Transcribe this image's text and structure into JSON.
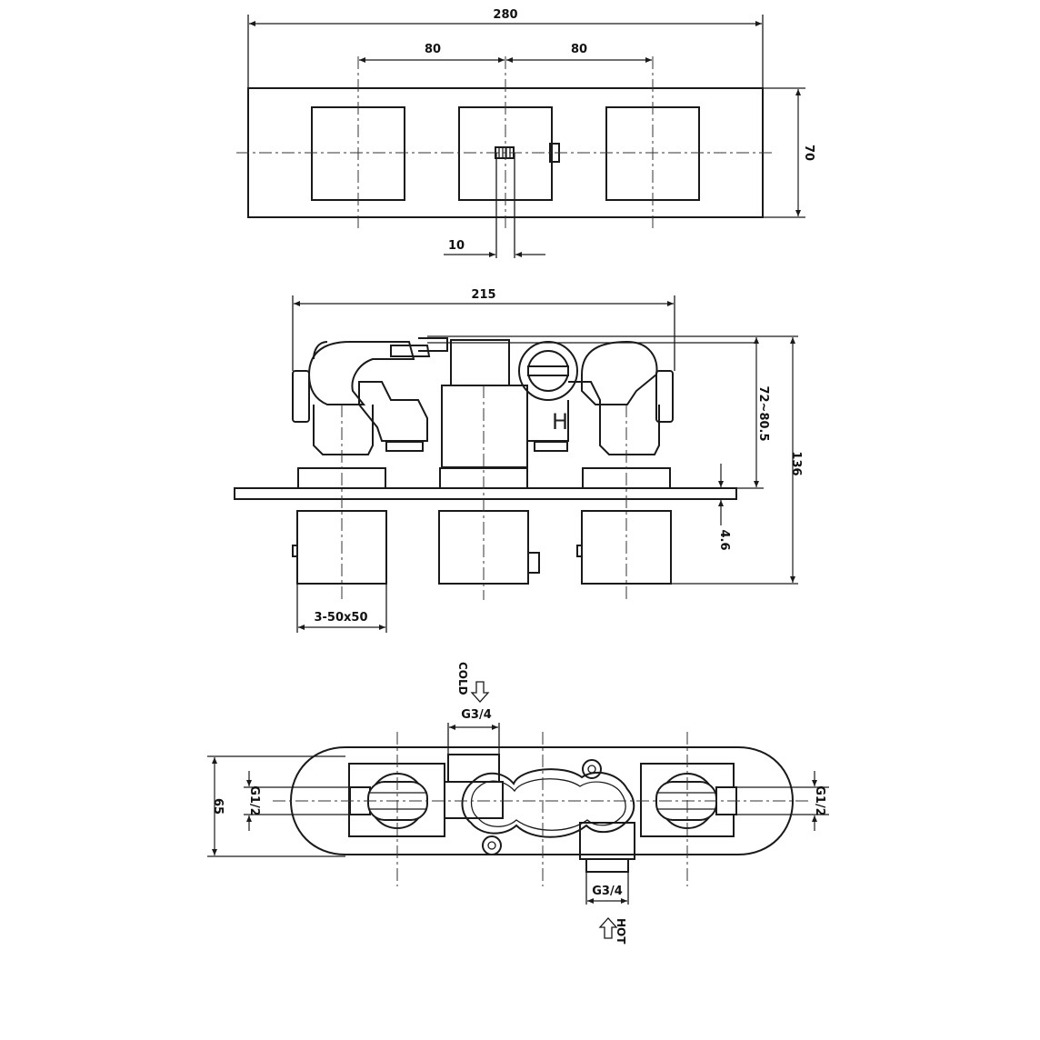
{
  "dimensions": {
    "top_overall_width": "280",
    "top_spacing_left": "80",
    "top_spacing_right": "80",
    "top_height": "70",
    "top_offset": "10",
    "front_width": "215",
    "front_depth_range": "72~80.5",
    "front_total_depth": "136",
    "front_plate": "4.6",
    "handle_size": "3-50x50",
    "bottom_height": "65",
    "bottom_left_thread": "G1/2",
    "bottom_right_thread": "G1/2",
    "cold_inlet_thread": "G3/4",
    "hot_inlet_thread": "G3/4"
  },
  "labels": {
    "cold": "COLD",
    "hot": "HOT",
    "hot_mark": "H"
  }
}
